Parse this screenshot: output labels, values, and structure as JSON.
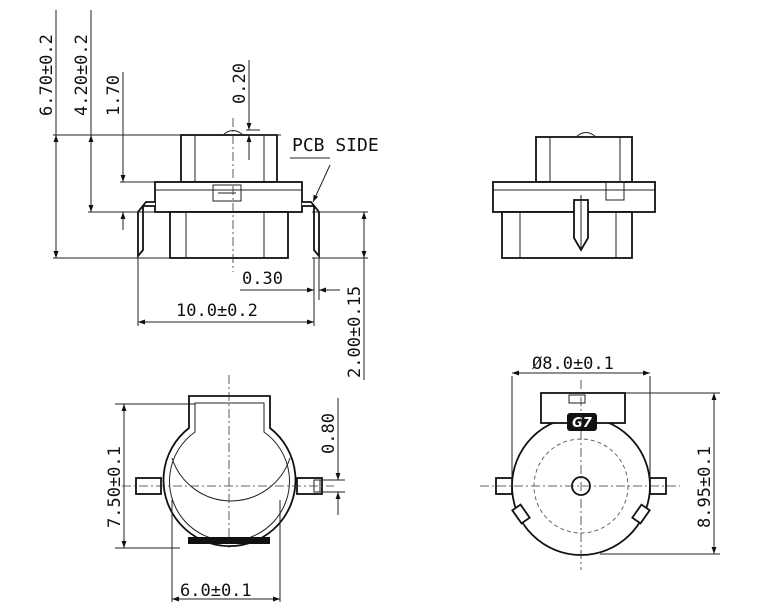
{
  "labels": {
    "pcb_side": "PCB SIDE",
    "logo": "G7"
  },
  "dimensions": {
    "overall_height": "6.70±0.2",
    "body_height": "4.20±0.2",
    "flange_height": "1.70",
    "top_offset": "0.20",
    "pin_thickness": "0.30",
    "width": "10.0±0.2",
    "pin_length": "2.00±0.15",
    "bottom_height": "7.50±0.1",
    "slot_width": "0.80",
    "bottom_width": "6.0±0.1",
    "diameter": "Ø8.0±0.1",
    "top_height": "8.95±0.1"
  }
}
